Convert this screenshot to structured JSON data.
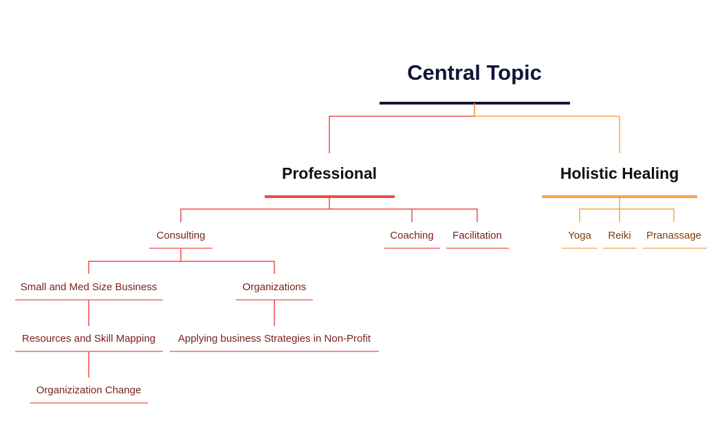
{
  "colors": {
    "root": "#101538",
    "professional": "#f0484a",
    "professional_text": "#7a1d1b",
    "holistic": "#f5a54a",
    "holistic_text": "#7a3d10"
  },
  "diagram": {
    "root": {
      "label": "Central Topic"
    },
    "branches": [
      {
        "label": "Professional",
        "children": [
          {
            "label": "Consulting",
            "children": [
              {
                "label": "Small and Med Size Business",
                "children": [
                  {
                    "label": "Resources and Skill Mapping",
                    "children": [
                      {
                        "label": "Organizization Change"
                      }
                    ]
                  }
                ]
              },
              {
                "label": "Organizations",
                "children": [
                  {
                    "label": "Applying business Strategies in Non-Profit"
                  }
                ]
              }
            ]
          },
          {
            "label": "Coaching"
          },
          {
            "label": "Facilitation"
          }
        ]
      },
      {
        "label": "Holistic Healing",
        "children": [
          {
            "label": "Yoga"
          },
          {
            "label": "Reiki"
          },
          {
            "label": "Pranassage"
          }
        ]
      }
    ]
  }
}
